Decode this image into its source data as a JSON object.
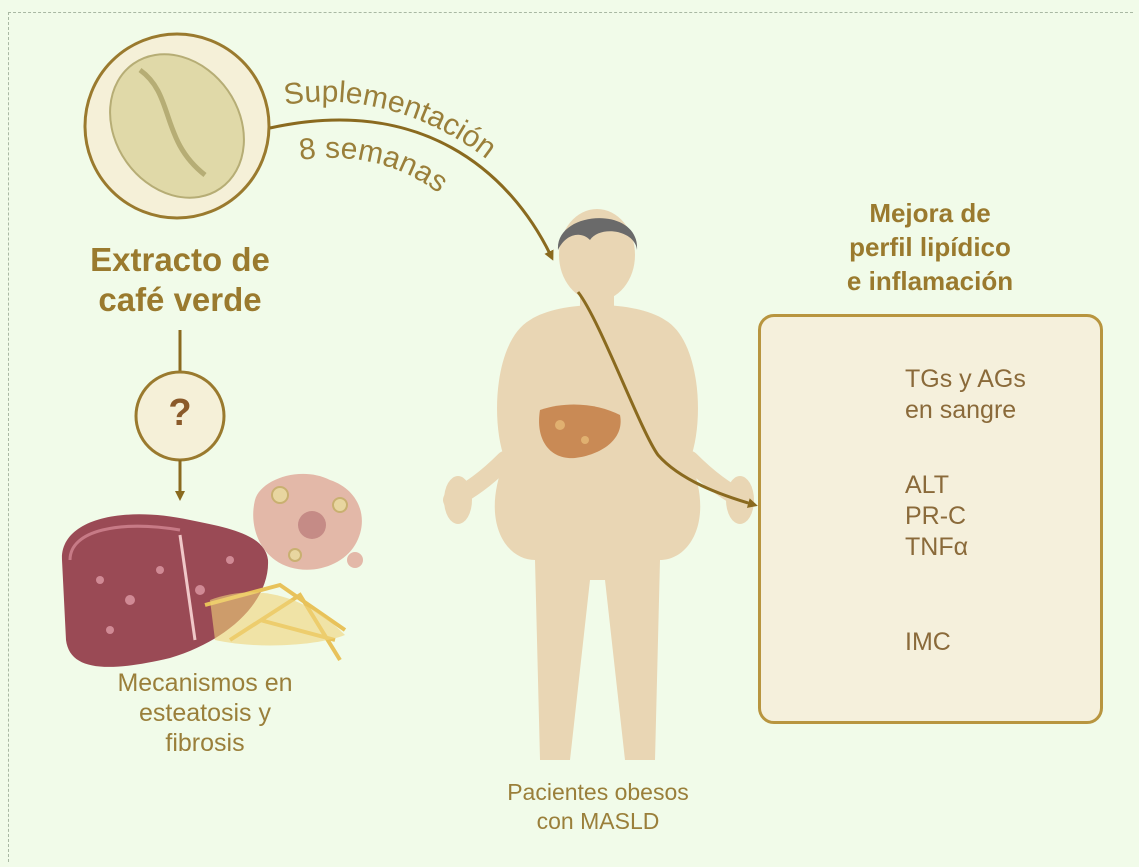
{
  "extract": {
    "line1": "Extracto de",
    "line2": "café verde"
  },
  "supplementation": {
    "line1": "Suplementación",
    "line2": "8 semanas"
  },
  "question_mark": "?",
  "mechanisms": {
    "line1": "Mecanismos en",
    "line2": "esteatosis y",
    "line3": "fibrosis"
  },
  "patients": {
    "line1": "Pacientes obesos",
    "line2": "con MASLD"
  },
  "improvement": {
    "line1": "Mejora de",
    "line2": "perfil lipídico",
    "line3": "e inflamación"
  },
  "markers": {
    "lipids": {
      "line1": "TGs y AGs",
      "line2": "en sangre"
    },
    "liver": {
      "line1": "ALT",
      "line2": "PR-C",
      "line3": "TNFα"
    },
    "bmi": {
      "line1": "IMC"
    }
  },
  "colors": {
    "background": "#f1fbe9",
    "accent": "#9a7a2e",
    "arrow": "#8a6a1f",
    "down_arrow": "#7a4a28",
    "liver": "#9a4a55"
  },
  "icons": [
    "coffee-bean-icon",
    "question-icon",
    "liver-steatosis-icon",
    "fibrosis-icon",
    "patient-figure",
    "fat-droplets-icon",
    "inflamed-liver-icon",
    "body-weight-icon"
  ]
}
